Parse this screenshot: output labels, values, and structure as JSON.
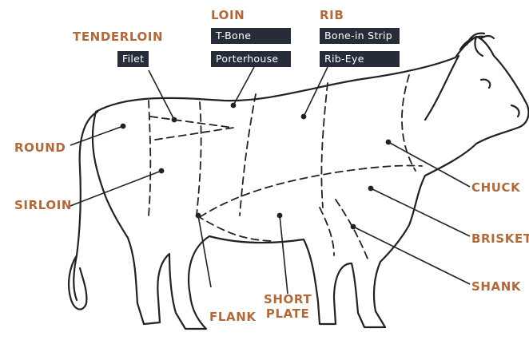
{
  "labels": {
    "tenderloin": "TENDERLOIN",
    "loin": "LOIN",
    "rib": "RIB",
    "round": "ROUND",
    "sirloin": "SIRLOIN",
    "flank": "FLANK",
    "short_plate_line1": "SHORT",
    "short_plate_line2": "PLATE",
    "chuck": "CHUCK",
    "brisket": "BRISKET",
    "shank": "SHANK"
  },
  "tags": {
    "tenderloin": [
      "Filet"
    ],
    "loin": [
      "T-Bone",
      "Porterhouse"
    ],
    "rib": [
      "Bone-in Strip",
      "Rib-Eye"
    ]
  },
  "colors": {
    "label": "#b0693a",
    "tag_background": "#262d38",
    "tag_text": "#ffffff",
    "drawing": "#222222"
  }
}
